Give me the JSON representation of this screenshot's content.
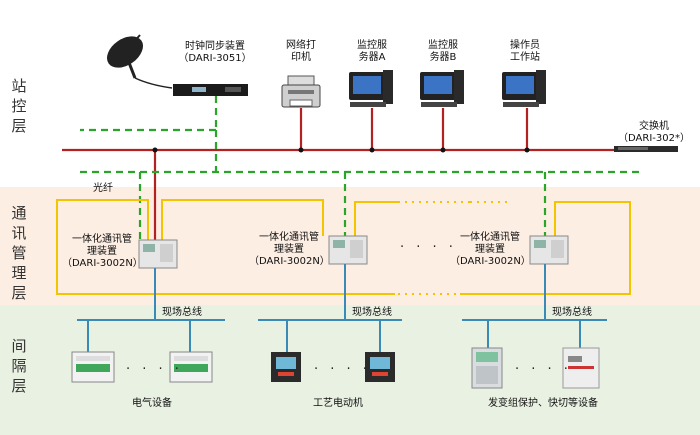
{
  "layers": {
    "station": [
      "站",
      "控",
      "层"
    ],
    "comm": [
      "通",
      "讯",
      "管",
      "理",
      "层"
    ],
    "bay": [
      "间",
      "隔",
      "层"
    ]
  },
  "top_devices": {
    "clock": {
      "name": "时钟同步装置",
      "model": "（DARI-3051）"
    },
    "printer": {
      "line1": "网络打",
      "line2": "印机"
    },
    "server_a": {
      "line1": "监控服",
      "line2": "务器A"
    },
    "server_b": {
      "line1": "监控服",
      "line2": "务器B"
    },
    "operator": {
      "line1": "操作员",
      "line2": "工作站"
    },
    "switch": {
      "name": "交换机",
      "model": "（DARI-302*）"
    }
  },
  "fiber_label": "光纤",
  "comm_devices": [
    {
      "line1": "一体化通讯管",
      "line2": "理装置",
      "model": "（DARI-3002N）"
    },
    {
      "line1": "一体化通讯管",
      "line2": "理装置",
      "model": "（DARI-3002N）"
    },
    {
      "line1": "一体化通讯管",
      "line2": "理装置",
      "model": "（DARI-3002N）"
    }
  ],
  "field_bus_label": "现场总线",
  "bay_groups": [
    {
      "label": "电气设备"
    },
    {
      "label": "工艺电动机"
    },
    {
      "label": "发变组保护、快切等设备"
    }
  ],
  "ellipsis": "· · · ·",
  "colors": {
    "station_bg": "#ffffff",
    "comm_bg": "#fdeee4",
    "bay_bg": "#e9f1e3",
    "ethernet_red": "#b22222",
    "fiber_yellow": "#f5c400",
    "dashed_green": "#2aa52a",
    "bus_blue": "#3a8ab8"
  }
}
